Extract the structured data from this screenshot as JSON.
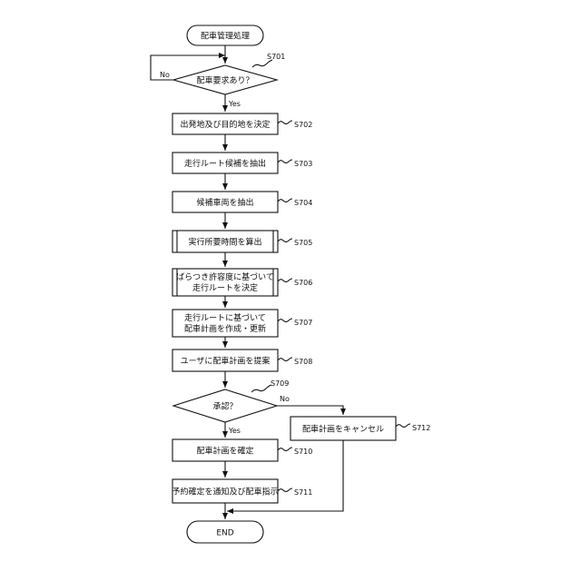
{
  "diagram": {
    "start_label": "配車管理処理",
    "end_label": "END",
    "yes_label": "Yes",
    "no_label": "No",
    "steps": [
      {
        "id": "S701",
        "text": "配車要求あり？"
      },
      {
        "id": "S702",
        "text": "出発地及び目的地を決定"
      },
      {
        "id": "S703",
        "text": "走行ルート候補を抽出"
      },
      {
        "id": "S704",
        "text": "候補車両を抽出"
      },
      {
        "id": "S705",
        "text": "実行所要時間を算出"
      },
      {
        "id": "S706",
        "text_line1": "ばらつき許容度に基づいて",
        "text_line2": "走行ルートを決定"
      },
      {
        "id": "S707",
        "text_line1": "走行ルートに基づいて",
        "text_line2": "配車計画を作成・更新"
      },
      {
        "id": "S708",
        "text": "ユーザに配車計画を提案"
      },
      {
        "id": "S709",
        "text": "承認？"
      },
      {
        "id": "S710",
        "text": "配車計画を確定"
      },
      {
        "id": "S711",
        "text": "予約確定を通知及び配車指示"
      },
      {
        "id": "S712",
        "text": "配車計画をキャンセル"
      }
    ]
  }
}
